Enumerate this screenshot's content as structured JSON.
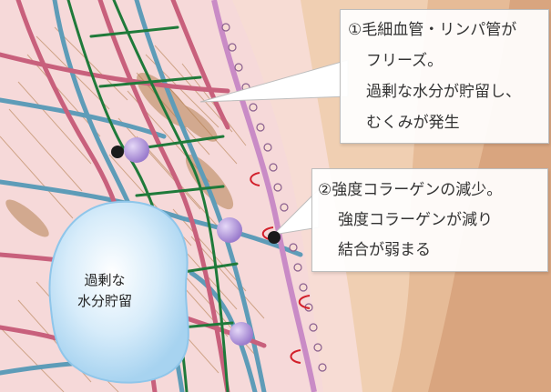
{
  "callouts": [
    {
      "lines": [
        "①毛細血管・リンパ管が",
        "フリーズ。",
        "過剰な水分が貯留し、",
        "むくみが発生"
      ]
    },
    {
      "lines": [
        "②強度コラーゲンの減少。",
        "強度コラーゲンが減り",
        "結合が弱まる"
      ]
    }
  ],
  "cell_label": {
    "lines": [
      "過剰な",
      "水分貯留"
    ]
  },
  "colors": {
    "tissue_bg": "#f6d9d9",
    "skin_layers": [
      "#f0cfb2",
      "#e6bb97",
      "#d9a57f"
    ],
    "blood_vessel": "#c8607c",
    "lymph_vessel": "#5e9cb8",
    "nerve": "#1f7a3a",
    "membrane": "#c98bc6",
    "collagen": "#b07a47",
    "cell_fill": "#b9def4",
    "cell_stroke": "#8fc6ea",
    "immune_cell": "#a98ad6",
    "red_fiber": "#d21f2a"
  }
}
